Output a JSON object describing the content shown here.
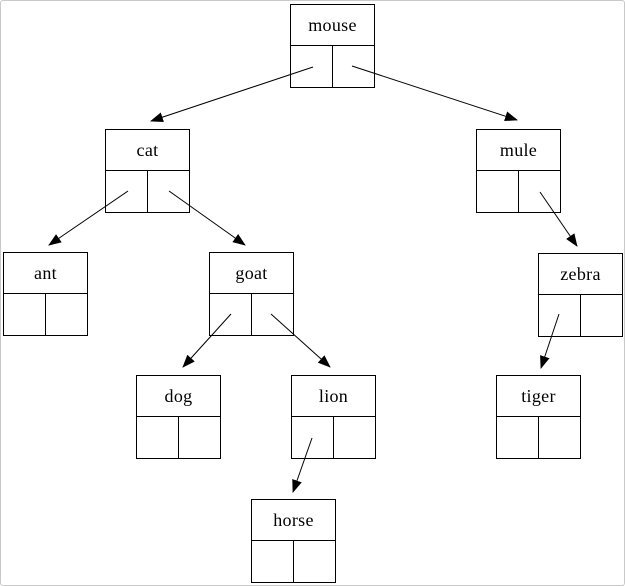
{
  "diagram": {
    "type": "binary-tree",
    "description": "Binary search tree of animal names drawn with pointer-cell nodes and arrows from parent pointer cells to child nodes"
  },
  "nodes": {
    "mouse": {
      "label": "mouse"
    },
    "cat": {
      "label": "cat"
    },
    "mule": {
      "label": "mule"
    },
    "ant": {
      "label": "ant"
    },
    "goat": {
      "label": "goat"
    },
    "zebra": {
      "label": "zebra"
    },
    "dog": {
      "label": "dog"
    },
    "lion": {
      "label": "lion"
    },
    "tiger": {
      "label": "tiger"
    },
    "horse": {
      "label": "horse"
    }
  },
  "tree": {
    "root": "mouse",
    "edges": [
      {
        "from": "mouse",
        "pointer": "left",
        "to": "cat"
      },
      {
        "from": "mouse",
        "pointer": "right",
        "to": "mule"
      },
      {
        "from": "cat",
        "pointer": "left",
        "to": "ant"
      },
      {
        "from": "cat",
        "pointer": "right",
        "to": "goat"
      },
      {
        "from": "mule",
        "pointer": "right",
        "to": "zebra"
      },
      {
        "from": "goat",
        "pointer": "left",
        "to": "dog"
      },
      {
        "from": "goat",
        "pointer": "right",
        "to": "lion"
      },
      {
        "from": "zebra",
        "pointer": "left",
        "to": "tiger"
      },
      {
        "from": "lion",
        "pointer": "left",
        "to": "horse"
      }
    ],
    "empty_pointers": [
      "mule.left",
      "ant.left",
      "ant.right",
      "zebra.right",
      "dog.left",
      "dog.right",
      "lion.right",
      "tiger.left",
      "tiger.right",
      "horse.left",
      "horse.right"
    ]
  },
  "colors": {
    "background": "#ffffff",
    "line": "#000000",
    "canvas_border": "#c9c9c9"
  }
}
